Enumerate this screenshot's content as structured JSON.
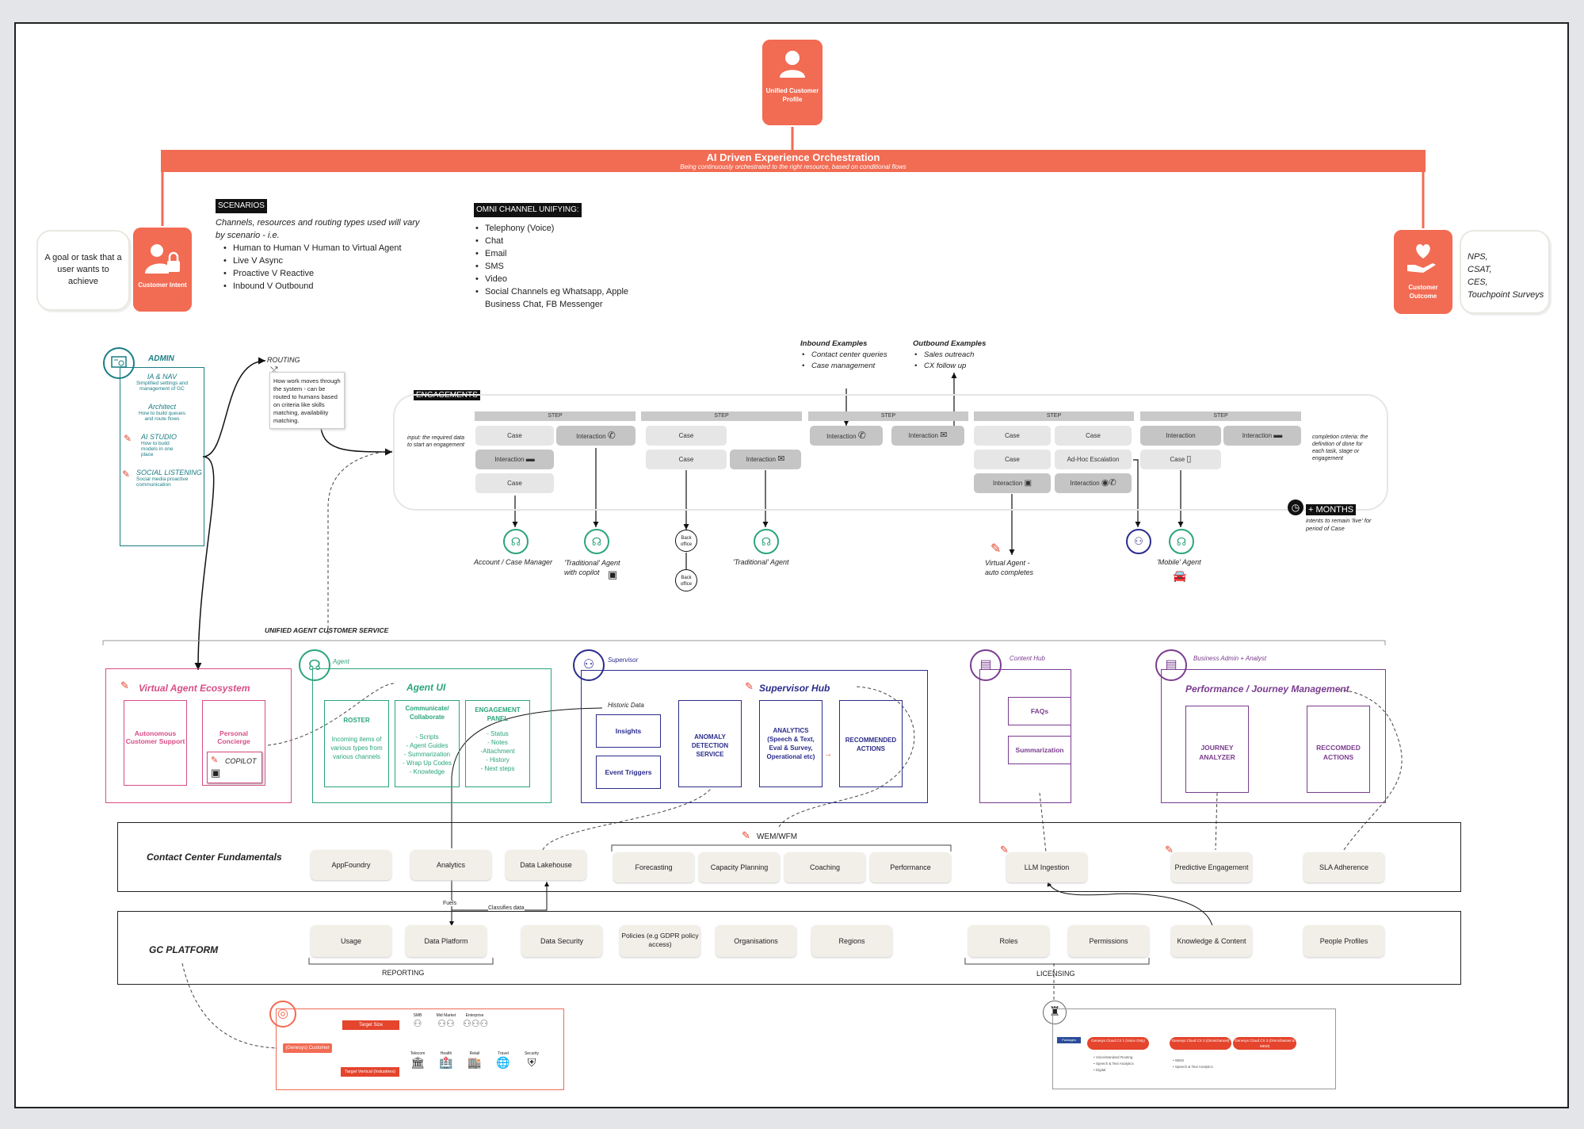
{
  "top": {
    "profile_label": "Unified Customer Profile",
    "banner_title": "AI Driven Experience Orchestration",
    "banner_sub": "Being continuously orchestrated to the right resource, based on conditional flows",
    "intent_label": "Customer Intent",
    "outcome_label": "Customer Outcome",
    "goal_text": "A goal or task that a user wants to achieve",
    "metrics": [
      "NPS,",
      "CSAT,",
      "CES,",
      "Touchpoint Surveys"
    ]
  },
  "scenarios": {
    "title": "SCENARIOS",
    "desc": "Channels, resources and routing types used will vary by scenario - i.e.",
    "items": [
      "Human to Human V Human to Virtual Agent",
      "Live V Async",
      "Proactive V Reactive",
      "Inbound  V Outbound"
    ]
  },
  "omni": {
    "title": "OMNI CHANNEL UNIFYING:",
    "items": [
      "Telephony (Voice)",
      "Chat",
      "Email",
      "SMS",
      "Video",
      "Social Channels eg Whatsapp, Apple Business Chat, FB Messenger"
    ]
  },
  "admin": {
    "title": "ADMIN",
    "items": [
      {
        "title": "IA & NAV",
        "desc": "Simplified settings and management of GC"
      },
      {
        "title": "Architect",
        "desc": "How to build queues and route flows"
      },
      {
        "title": "AI STUDIO",
        "desc": "How to build models in one place"
      },
      {
        "title": "SOCIAL LISTENING",
        "desc": "Social media proactive communication"
      }
    ]
  },
  "routing": {
    "title": "ROUTING",
    "desc": "How work moves through the system - can be routed to humans based on criteria like skills matching, availability matching."
  },
  "engagements": {
    "title": "ENGAGEMENTS",
    "input_text": "input: the required data to start an engagement",
    "completion_text": "completion criteria: the definition of done for each task, stage or engagement",
    "months_label": "+ MONTHS",
    "months_desc": "intents to remain 'live' for period of Case",
    "inbound_title": "Inbound Examples",
    "inbound_items": [
      "Contact center queries",
      "Case management"
    ],
    "outbound_title": "Outbound Examples",
    "outbound_items": [
      "Sales outreach",
      "CX follow up"
    ],
    "step_label": "STEP",
    "case": "Case",
    "interaction": "Interaction",
    "adhoc": "Ad-Hoc Escalation",
    "back_office": "Back office",
    "agents": {
      "account": "Account / Case Manager",
      "traditional_copilot": "'Traditional' Agent with copilot",
      "traditional": "'Traditional' Agent",
      "virtual": "Virtual Agent - auto completes",
      "mobile": "'Mobile' Agent"
    }
  },
  "uacs": {
    "title": "UNIFIED AGENT CUSTOMER SERVICE",
    "virtual": {
      "title": "Virtual Agent Ecosystem",
      "autonomous": "Autonomous Customer Support",
      "concierge": "Personal Concierge",
      "copilot": "COPILOT"
    },
    "agent": {
      "role": "Agent",
      "title": "Agent UI",
      "roster_title": "ROSTER",
      "roster_desc": "Incoming items of various types from various channels",
      "comm_title": "Communicate/ Collaborate",
      "comm_items": [
        "- Scripts",
        "- Agent Guides",
        "- Summarization",
        "- Wrap Up Codes",
        "- Knowledge"
      ],
      "engage_title": "ENGAGEMENT PANEL",
      "engage_items": [
        "- Status",
        "- Notes",
        "-Attachment",
        "- History",
        "- Next steps"
      ]
    },
    "supervisor": {
      "role": "Supervisor",
      "title": "Supervisor Hub",
      "historic": "Historic Data",
      "insights": "Insights",
      "event_triggers": "Event Triggers",
      "anomaly": "ANOMALY DETECTION SERVICE",
      "analytics": "ANALYTICS (Speech & Text, Eval & Survey, Operational etc)",
      "recommended": "RECOMMENDED ACTIONS"
    },
    "content": {
      "role": "Content Hub",
      "faqs": "FAQs",
      "summarization": "Summarization"
    },
    "perf": {
      "role": "Business Admin + Analyst",
      "title": "Performance / Journey Management",
      "journey": "JOURNEY ANALYZER",
      "recomm": "RECCOMDED ACTIONS"
    }
  },
  "ccf": {
    "title": "Contact Center Fundamentals",
    "wem_title": "WEM/WFM",
    "items": [
      "AppFoundry",
      "Analytics",
      "Data Lakehouse",
      "Forecasting",
      "Capacity Planning",
      "Coaching",
      "Performance",
      "LLM Ingestion",
      "Predictive Engagement",
      "SLA Adherence"
    ],
    "fuels": "Fuels",
    "classifies": "Classifies data"
  },
  "gc": {
    "title": "GC PLATFORM",
    "items": [
      "Usage",
      "Data Platform",
      "Data Security",
      "Policies (e.g GDPR policy access)",
      "Organisations",
      "Regions",
      "Roles",
      "Permissions",
      "Knowledge & Content",
      "People Profiles"
    ],
    "reporting": "REPORTING",
    "licensing": "LICENSING"
  },
  "mini": {
    "customer": "(Genesys) Customer",
    "target_size": "Target Size",
    "target_vertical": "Target Vertical (Industries)",
    "sizes": [
      "SMB",
      "Mid Market",
      "Enterprise"
    ],
    "verticals": [
      "Telecom",
      "Health",
      "Retail",
      "Travel",
      "Security"
    ],
    "tiers": [
      "Genesys Cloud CX 1 (Voice Only)",
      "Genesys Cloud CX 2 (Omnichannel)",
      "Genesys Cloud CX 3 (Omnichannel & WEM)"
    ],
    "pkg": "Packages",
    "pkg_items": [
      "• Voice/standard Routing",
      "• Speech & Text Analytics",
      "• Digital",
      "• WEM",
      "• Speech & Text Analytics"
    ]
  },
  "colors": {
    "accent": "#f26b53",
    "pink": "#d84d86",
    "green": "#2aa57a",
    "navy": "#2b2c8c",
    "purple": "#7a3c8f",
    "teal": "#1a7d84"
  }
}
